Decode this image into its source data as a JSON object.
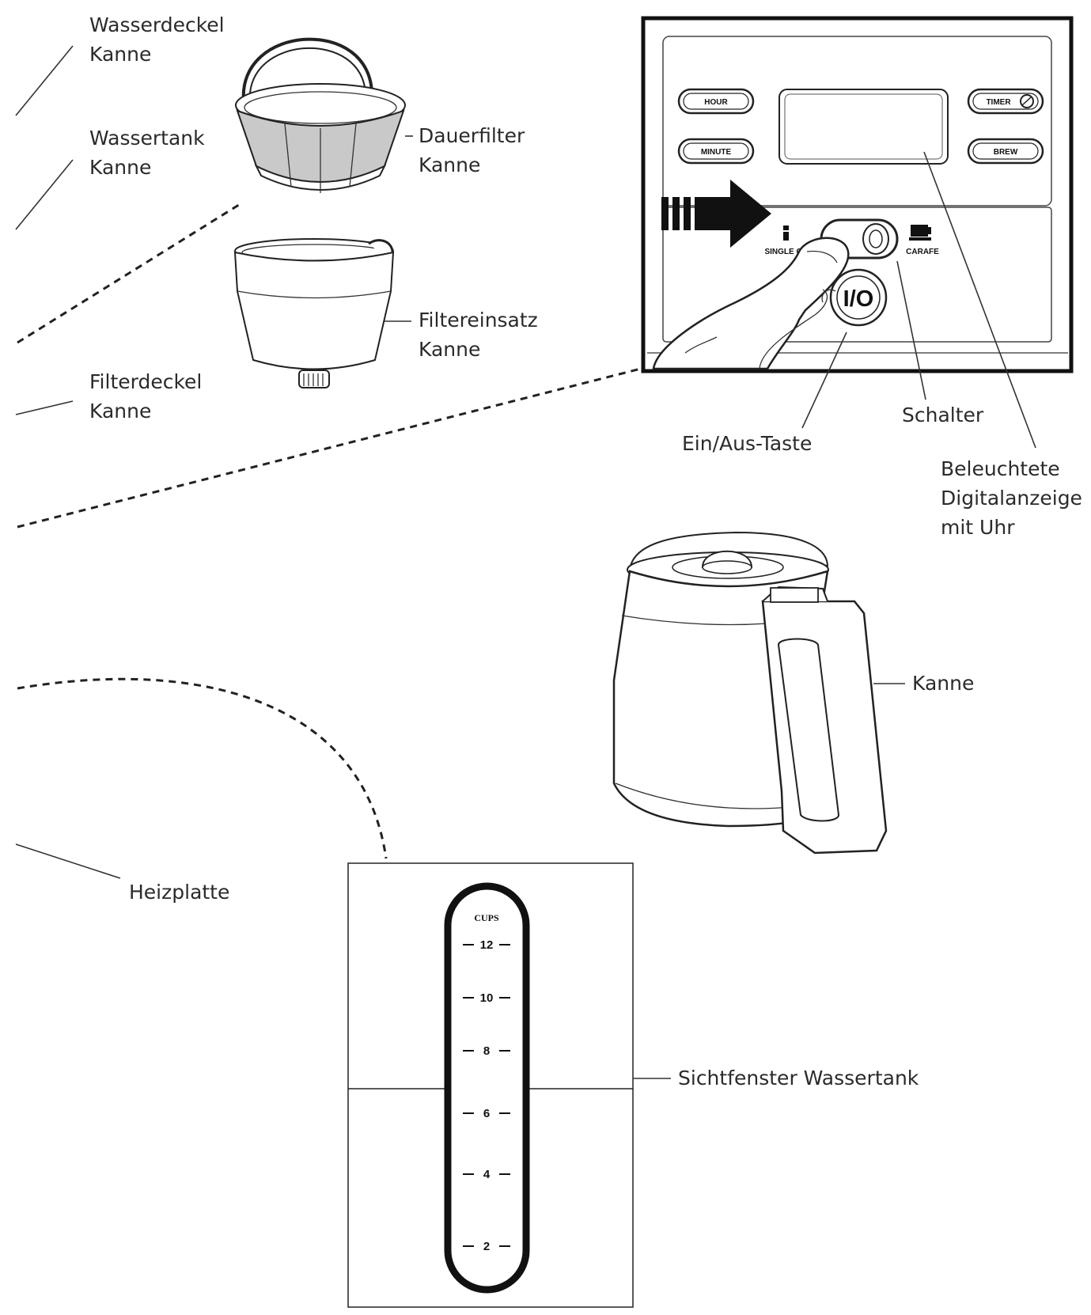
{
  "labels": {
    "wasserdeckel": [
      "Wasserdeckel",
      "Kanne"
    ],
    "wassertank": [
      "Wassertank",
      "Kanne"
    ],
    "dauerfilter": [
      "Dauerfilter",
      "Kanne"
    ],
    "filtereinsatz": [
      "Filtereinsatz",
      "Kanne"
    ],
    "filterdeckel": [
      "Filterdeckel",
      "Kanne"
    ],
    "schalter": "Schalter",
    "ein_aus": "Ein/Aus-Taste",
    "digitalanzeige": [
      "Beleuchtete",
      "Digitalanzeige",
      "mit Uhr"
    ],
    "kanne": "Kanne",
    "heizplatte": "Heizplatte",
    "sichtfenster": "Sichtfenster Wassertank"
  },
  "panel": {
    "hour": "HOUR",
    "minute": "MINUTE",
    "timer": "TIMER",
    "brew": "BREW",
    "single_cup": "SINGLE CUP",
    "carafe": "CARAFE",
    "power": "I/O"
  },
  "gauge": {
    "title": "CUPS",
    "marks": [
      "12",
      "10",
      "8",
      "6",
      "4",
      "2"
    ]
  }
}
